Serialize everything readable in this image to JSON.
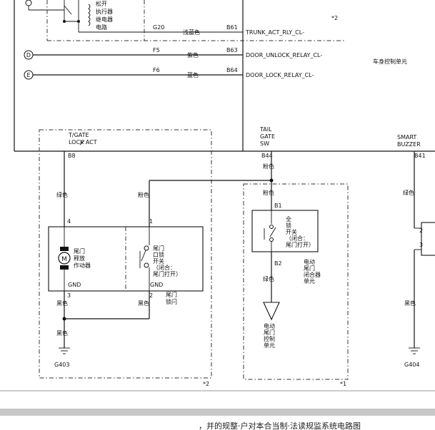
{
  "header": {
    "relay_labels": [
      "松开",
      "执行器",
      "继电器",
      "电路"
    ],
    "note_top": "*2"
  },
  "connectors": {
    "A": "D",
    "B": "E",
    "g20": "G20",
    "b61": "B61",
    "f5": "F5",
    "b63": "B63",
    "f6": "F6",
    "b64": "B64",
    "b8": "B8",
    "b44": "B44",
    "b41": "B41",
    "b1": "B1",
    "b2": "B2",
    "pin4": "4",
    "pin1": "1",
    "pin3": "3",
    "pin2": "2",
    "buz2": "2",
    "buz3": "3"
  },
  "wires": {
    "light_blue": "浅蓝色",
    "purple": "紫色",
    "blue": "蓝色",
    "green_1": "绿色",
    "pink_1": "粉色",
    "pink_2": "粉色",
    "pink_3": "粉色",
    "black_1": "黑色",
    "black_2": "黑色",
    "black_3": "黑色",
    "green_2": "绿色",
    "green_3": "绿色",
    "black_4": "黑色"
  },
  "signals": {
    "trunk": "TRUNK_ACT_RLY_CL-",
    "unlock": "DOOR_UNLOCK_RELAY_CL-",
    "lock": "DOOR_LOCK_RELAY_CL-"
  },
  "module_name": "车身控制单元",
  "pins": {
    "tgate": [
      "T/GATE",
      "LOCK ACT"
    ],
    "tailgate": [
      "TAIL",
      "GATE",
      "SW"
    ],
    "buzzer": [
      "SMART",
      "BUZZER"
    ]
  },
  "components": {
    "actuator_name": [
      "尾门",
      "释放",
      "作动器"
    ],
    "switch_name": [
      "尾门",
      "口锁",
      "开关",
      "（闭合：",
      "尾门打开）"
    ],
    "gnd_left": "GND",
    "gnd_right": "GND",
    "latch_label": [
      "尾门",
      "锁闩"
    ],
    "full_switch": [
      "全",
      "锁",
      "开关",
      "（闭合：",
      "尾门打开）"
    ],
    "closer_unit": [
      "电动",
      "尾门",
      "闭合器",
      "单元"
    ],
    "power_unit": [
      "电动",
      "尾门",
      "控制",
      "单元"
    ]
  },
  "grounds": {
    "g403": "G403",
    "g404": "G404"
  },
  "notes": {
    "left_box": "*2",
    "right_box": "*1"
  },
  "footer": {
    "caption": "，并的规整·户对本合当制·法读规监系统电路图"
  }
}
